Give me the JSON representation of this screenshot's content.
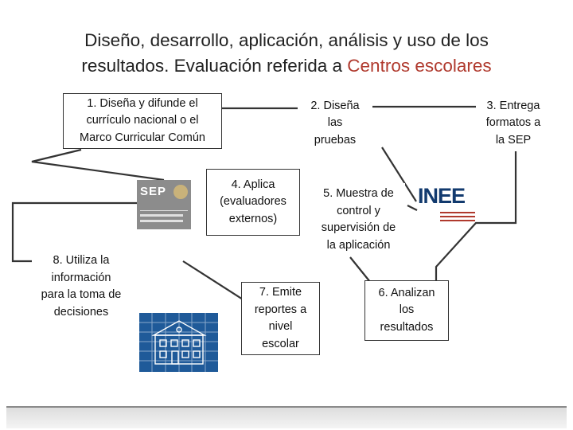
{
  "title": {
    "line1": "Diseño, desarrollo, aplicación, análisis y uso de los",
    "line2_prefix": "resultados. Evaluación referida a ",
    "line2_highlight": "Centros escolares"
  },
  "steps": [
    {
      "lines": [
        "1. Diseña y difunde el",
        "currículo nacional o el",
        "Marco Curricular Común"
      ]
    },
    {
      "lines": [
        "2. Diseña",
        "las",
        "pruebas"
      ]
    },
    {
      "lines": [
        "3. Entrega",
        "formatos a",
        "la SEP"
      ]
    },
    {
      "lines": [
        "4. Aplica",
        "(evaluadores",
        "externos)"
      ]
    },
    {
      "lines": [
        "5. Muestra de",
        "control y",
        "supervisión de",
        "la aplicación"
      ]
    },
    {
      "lines": [
        "6. Analizan",
        "los",
        "resultados"
      ]
    },
    {
      "lines": [
        "7. Emite",
        "reportes a",
        "nivel",
        "escolar"
      ]
    },
    {
      "lines": [
        "8. Utiliza la",
        "información",
        "para la toma de",
        "decisiones"
      ]
    }
  ],
  "logos": {
    "sep_word": "SEP",
    "inee_word": "INEE"
  },
  "colors": {
    "accent": "#b03a2e",
    "line": "#333333"
  }
}
